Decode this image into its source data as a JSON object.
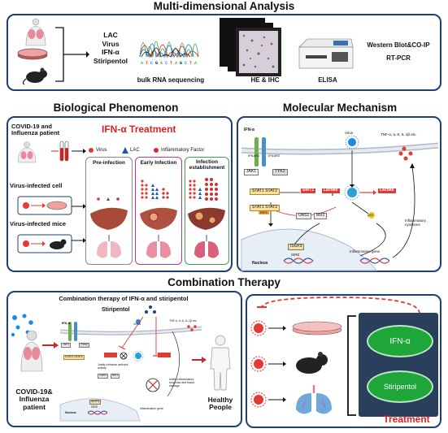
{
  "sections": {
    "multi": "Multi-dimensional Analysis",
    "bio": "Biological Phenomenon",
    "mol": "Molecular Mechanism",
    "combo": "Combination Therapy"
  },
  "multi": {
    "agents": [
      "LAC",
      "Virus",
      "IFN-α",
      "Stiripentol"
    ],
    "rnaseq": "bulk RNA sequencing",
    "he": "HE & IHC",
    "elisa": "ELISA",
    "wb": "Western Blot&CO-IP",
    "rtpcr": "RT-PCR"
  },
  "bio": {
    "treatment": "IFN-α Treatment",
    "covid": "COVID-19 and Influenza patient",
    "cell": "Virus-infected cell",
    "mice": "Virus-infected mice",
    "legend_virus": "Virus",
    "legend_lac": "LAC",
    "legend_inf": "Inflammatory Factor",
    "pre": "Pre-infection",
    "early": "Early Infection",
    "estab": "Infection establishment"
  },
  "mol": {
    "ifn": "IFN-α",
    "ifnar1": "IFNAR1",
    "ifnar2": "IFNAR2",
    "jak1": "JAK1",
    "tyk2": "TYK2",
    "stat": "STAT1 STAT2",
    "irf9": "IRF9",
    "virus": "Virus",
    "sirt1": "SIRT1",
    "lactate1": "Lactate",
    "lactate2": "Lactate",
    "oas1": "OAS1",
    "mx1": "MX1",
    "isgf3": "ISGF3",
    "isre": "ISRE",
    "nucleus": "Nucleus",
    "inflgene": "Inflammation gene",
    "cytokines": "TNF-α, IL-6, IL-1β etc.",
    "inflcyt": "Inflammatory cytokines",
    "pr": "p53"
  },
  "combo": {
    "subtitle": "Combination therapy of IFN-α and stiripentol",
    "stiri": "Stiripentol",
    "patient": "COVID-19& Influenza patient",
    "healthy": "Healthy People",
    "treatment": "Treatment",
    "pill1": "IFN-α",
    "pill2": "Stiripentol",
    "mini_ifn": "IFN-α",
    "mini_virus": "Virus",
    "mini_jak": "JAK1",
    "mini_tyk": "TYK2",
    "mini_stat": "STAT1 STAT2",
    "mini_oas": "OAS1",
    "mini_mx": "MX1",
    "mini_isre": "ISRE",
    "mini_isgf3": "ISGF3",
    "mini_nucleus": "Nucleus",
    "mini_cyt": "TNF-α, IL-6, IL-1β etc.",
    "mini_inhibit": "Inhibit inflammatory response and tissue damage",
    "mini_enhance": "Jointly enhance antiviral activity",
    "mini_gene": "Inflammation gene"
  }
}
